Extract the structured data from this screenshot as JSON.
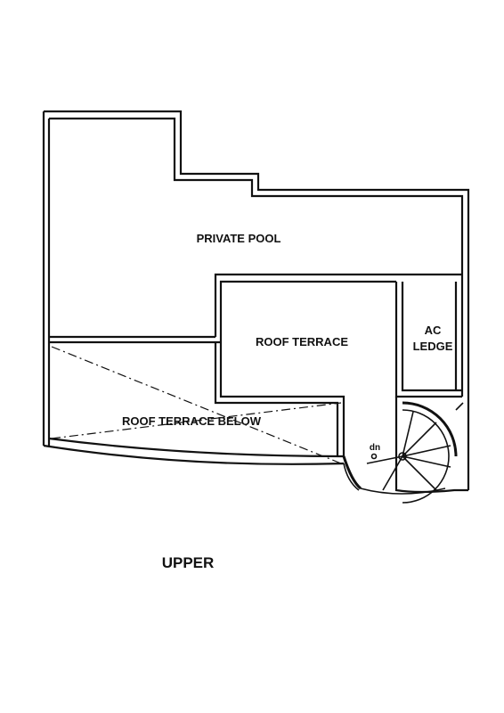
{
  "plan": {
    "rooms": {
      "private_pool": "PRIVATE POOL",
      "roof_terrace": "ROOF TERRACE",
      "ac_ledge_line1": "AC",
      "ac_ledge_line2": "LEDGE",
      "roof_terrace_below": "ROOF TERRACE BELOW"
    },
    "stair_direction": "dn",
    "level_title": "UPPER"
  },
  "colors": {
    "line": "#111111",
    "background": "#ffffff"
  }
}
